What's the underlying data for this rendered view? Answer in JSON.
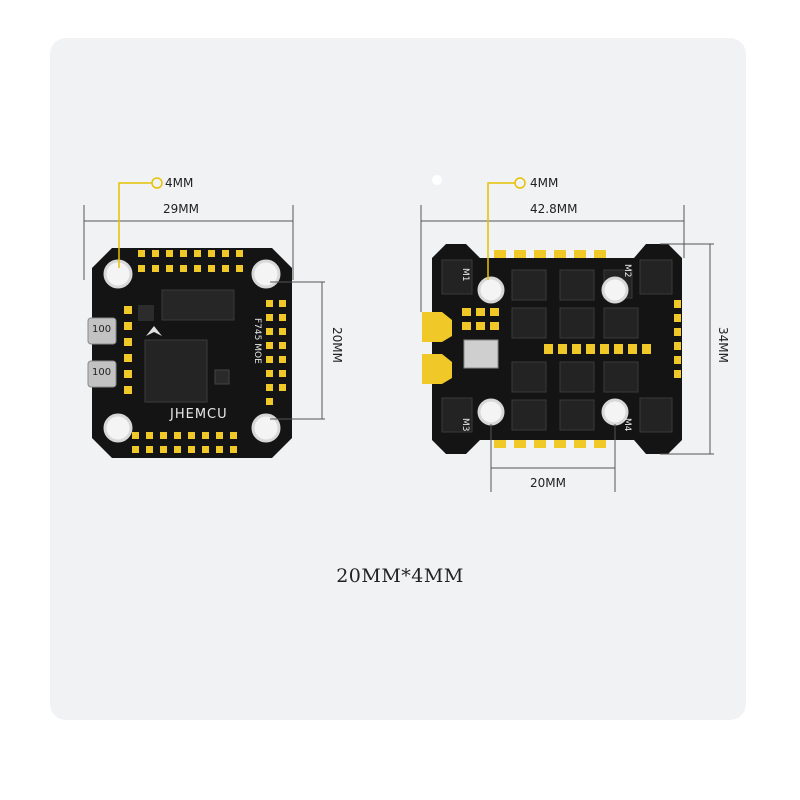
{
  "fc_board": {
    "hole_label": "4MM",
    "width_label": "29MM",
    "mount_label": "20MM",
    "brand_text": "JHEMCU",
    "model_text": "F745 MOE",
    "inductor_label": "100"
  },
  "esc_board": {
    "hole_label": "4MM",
    "width_label": "42.8MM",
    "height_label": "34MM",
    "mount_label": "20MM",
    "motor_labels": [
      "M1",
      "M2",
      "M3",
      "M4"
    ]
  },
  "caption": "20MM*4MM",
  "colors": {
    "background": "#f1f2f4",
    "pcb": "#141414",
    "pad": "#f0c828",
    "dimension_line": "#555555",
    "callout": "#e6c200"
  }
}
